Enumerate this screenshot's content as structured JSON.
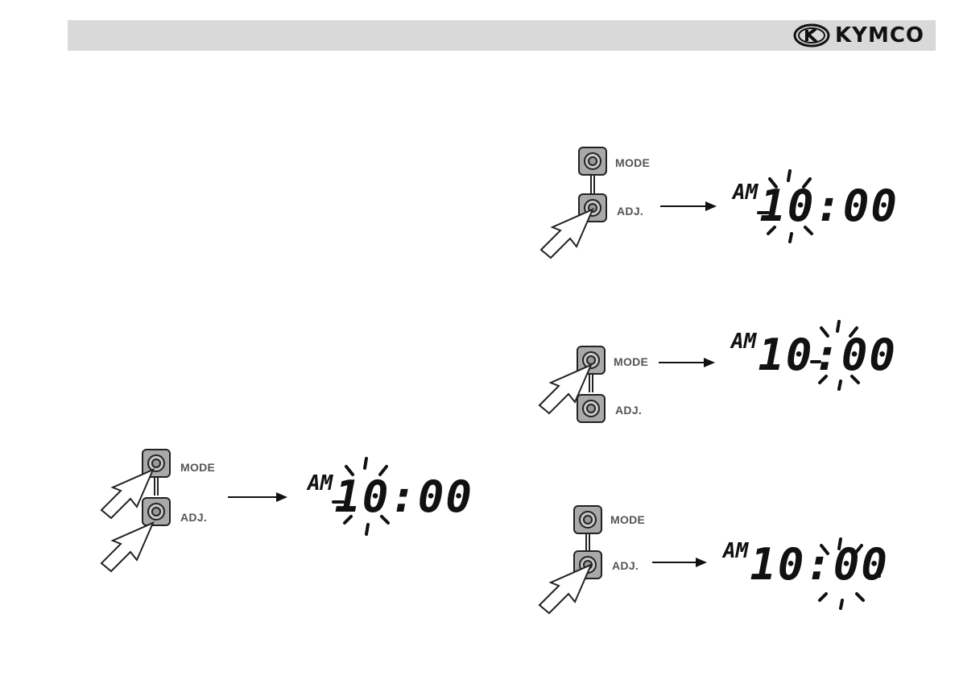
{
  "header": {
    "brand": "KYMCO"
  },
  "figures": [
    {
      "mode_label": "MODE",
      "adj_label": "ADJ.",
      "ampm": "AM",
      "time": "10:00",
      "pressed": "both",
      "blink": "hour"
    },
    {
      "mode_label": "MODE",
      "adj_label": "ADJ.",
      "ampm": "AM",
      "time": "10:00",
      "pressed": "adj",
      "blink": "hour"
    },
    {
      "mode_label": "MODE",
      "adj_label": "ADJ.",
      "ampm": "AM",
      "time": "10:00",
      "pressed": "mode",
      "blink": "tens-minute"
    },
    {
      "mode_label": "MODE",
      "adj_label": "ADJ.",
      "ampm": "AM",
      "time": "10:00",
      "pressed": "adj",
      "blink": "minute"
    }
  ],
  "colors": {
    "header_bg": "#d9d9d9",
    "button_fill": "#a9a9a9",
    "ink": "#111111"
  }
}
